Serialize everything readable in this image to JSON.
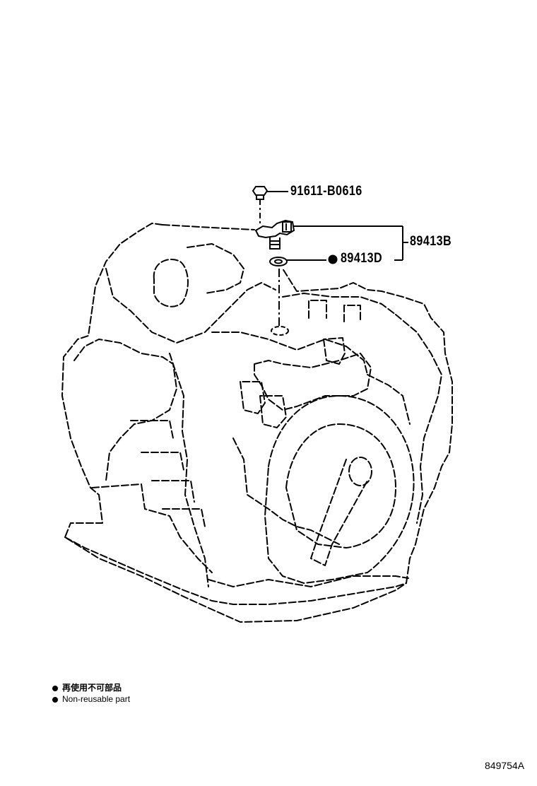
{
  "callouts": {
    "bolt": "91611-B0616",
    "sensor_assembly": "89413B",
    "oring": "89413D"
  },
  "legend": {
    "non_reusable_jp": "再使用不可部品",
    "non_reusable_en": "Non-reusable part"
  },
  "reference_code": "849754A",
  "icons": {
    "non_reusable_marker": "filled-circle-icon"
  }
}
